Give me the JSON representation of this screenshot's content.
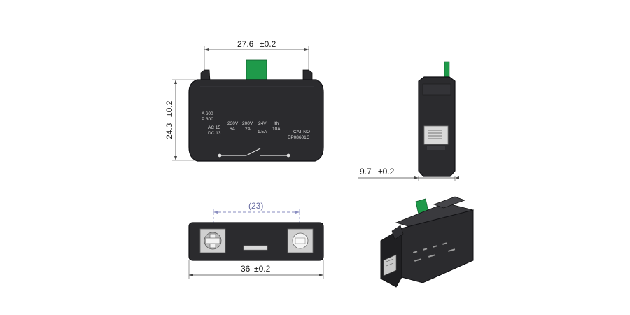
{
  "dimensions": {
    "top_width": "27.6",
    "top_width_tol": "±0.2",
    "height": "24.3",
    "height_tol": "±0.2",
    "side_depth": "9.7",
    "side_depth_tol": "±0.2",
    "bottom_width": "36",
    "bottom_width_tol": "±0.2",
    "reference_spacing": "(23)"
  },
  "front_label": {
    "a_rating": "A 600",
    "p_rating": "P 300",
    "ac": "AC 15",
    "dc": "DC 13",
    "v1": "230V",
    "a1": "6A",
    "v2": "200V",
    "a2": "2A",
    "v3": "24V",
    "a3": "1.5A",
    "ith": "Ith",
    "ith_a": "10A",
    "cat_label": "CAT NO",
    "cat_no": "EP08601C"
  },
  "colors": {
    "body": "#2b2b2e",
    "body_edge": "#111114",
    "actuator": "#1f9a4a",
    "dimension_ref": "#6b6fa3"
  }
}
